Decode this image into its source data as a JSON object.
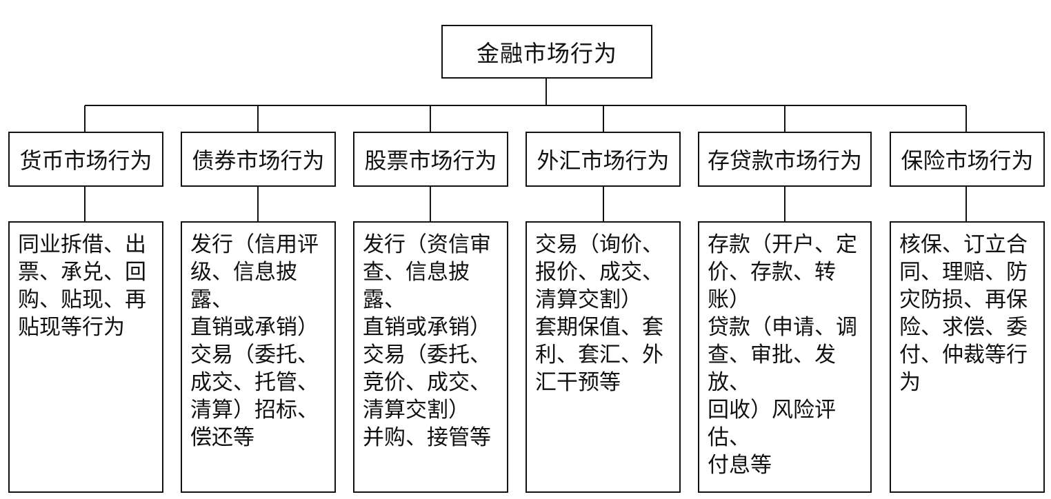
{
  "root": {
    "label": "金融市场行为"
  },
  "categories": [
    {
      "label": "货币市场行为",
      "detail": "同业拆借、出\n票、承兑、回\n购、贴现、再\n贴现等行为"
    },
    {
      "label": "债券市场行为",
      "detail": "发行（信用评\n级、信息披露、\n直销或承销）\n交易（委托、\n成交、托管、\n清算）招标、\n偿还等"
    },
    {
      "label": "股票市场行为",
      "detail": "发行（资信审\n查、信息披露、\n直销或承销）\n交易（委托、\n竞价、成交、\n清算交割）\n并购、接管等"
    },
    {
      "label": "外汇市场行为",
      "detail": "交易（询价、\n报价、成交、\n清算交割）\n套期保值、套\n利、套汇、外\n汇干预等"
    },
    {
      "label": "存贷款市场行为",
      "detail": "存款（开户、定\n价、存款、转账）\n贷款（申请、调\n查、审批、发放、\n回收）风险评估、\n付息等"
    },
    {
      "label": "保险市场行为",
      "detail": "核保、订立合\n同、理赔、防\n灾防损、再保\n险、求偿、委\n付、仲裁等行\n为"
    }
  ]
}
